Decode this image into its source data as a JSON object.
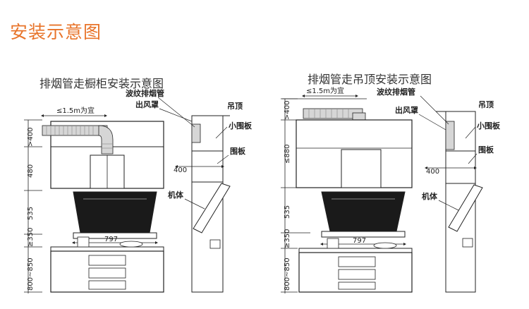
{
  "page": {
    "title": "安装示意图"
  },
  "colors": {
    "title": "#e8742a",
    "line": "#222222",
    "duct": "#cfcfcf",
    "glass": "#1a1a1a"
  },
  "left_diagram": {
    "title": "排烟管走橱柜安装示意图",
    "duct_note": "≤1.5m为宜",
    "dims": {
      "top": ">400",
      "cabinet": "480",
      "hood": "535",
      "gap": "≥350",
      "counter": "800~850",
      "width": "797",
      "side_depth": "400"
    },
    "labels": {
      "bellows": "波纹排烟管",
      "outlet": "出风罩",
      "ceiling": "吊顶",
      "small_panel": "小围板",
      "panel": "围板",
      "body": "机体"
    }
  },
  "right_diagram": {
    "title": "排烟管走吊顶安装示意图",
    "duct_note": "≤1.5m为宜",
    "dims": {
      "top": ">400",
      "cabinet": "≤880",
      "hood": "535",
      "gap": "≥350",
      "counter": "800~850",
      "width": "797",
      "side_depth": "400"
    },
    "labels": {
      "bellows": "波纹排烟管",
      "outlet": "出风罩",
      "ceiling": "吊顶",
      "small_panel": "小围板",
      "panel": "围板",
      "body": "机体"
    }
  }
}
